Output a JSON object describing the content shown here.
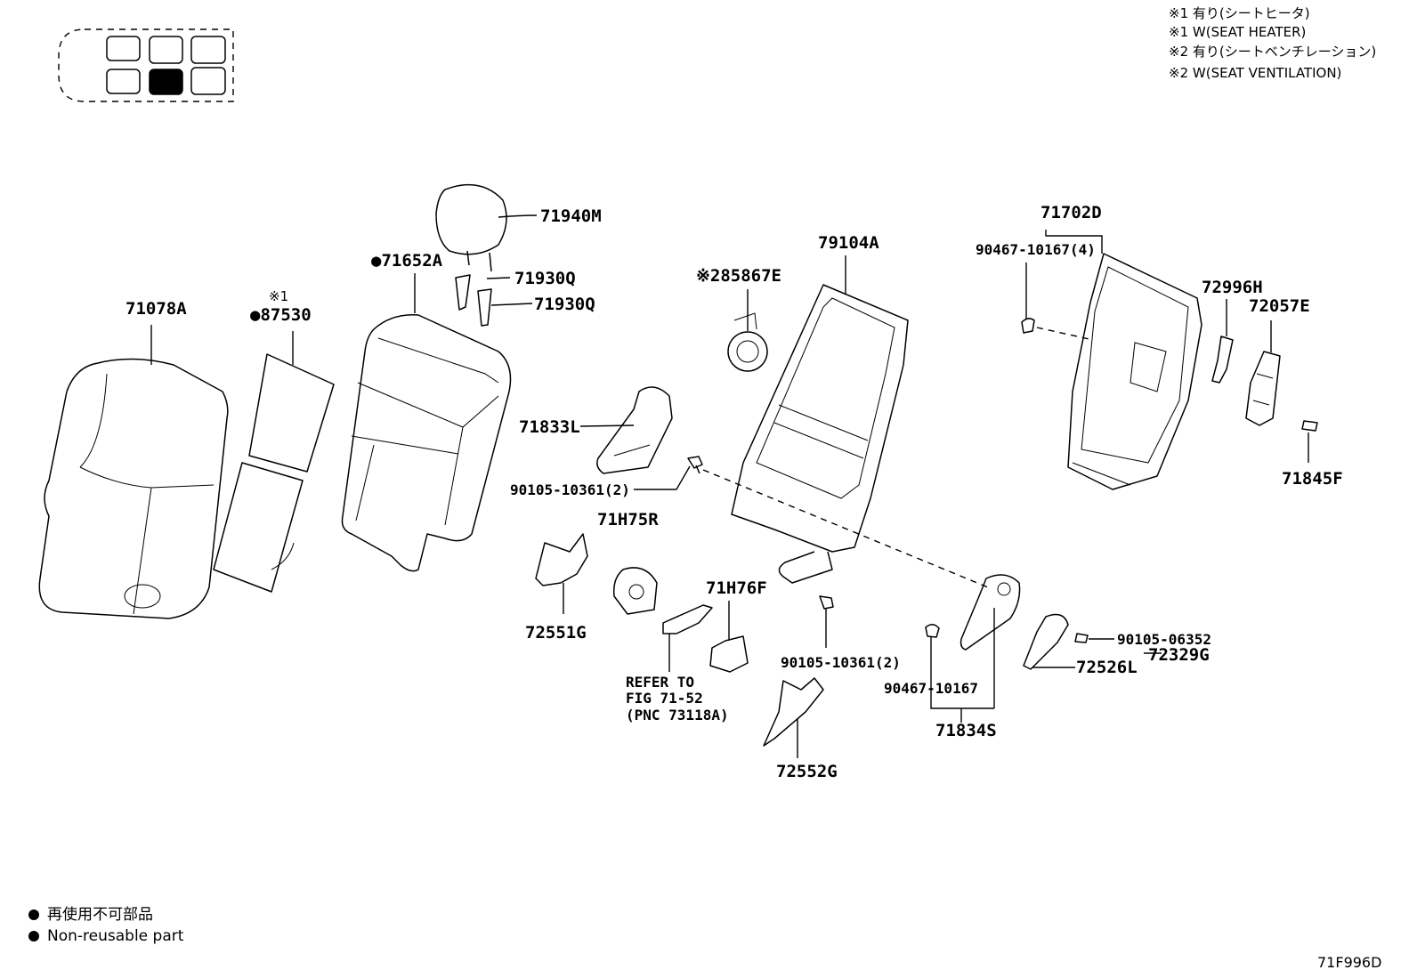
{
  "notes": [
    "※1 有り(シートヒータ)",
    "※1 W(SEAT HEATER)",
    "※2 有り(シートベンチレーション)",
    "※2 W(SEAT VENTILATION)"
  ],
  "parts": {
    "p71940M": "71940M",
    "p71652A": "●71652A",
    "p71930Q_a": "71930Q",
    "p71930Q_b": "71930Q",
    "p71078A": "71078A",
    "p87530_mark": "※1",
    "p87530": "●87530",
    "p85867E": "※285867E",
    "p79104A": "79104A",
    "p71702D": "71702D",
    "p90467_10167_4": "90467-10167(4)",
    "p72996H": "72996H",
    "p72057E": "72057E",
    "p71833L": "71833L",
    "p90105_10361_2a": "90105-10361(2)",
    "p71845F": "71845F",
    "p71H75R": "71H75R",
    "p72551G": "72551G",
    "p71H76F": "71H76F",
    "p90105_10361_2b": "90105-10361(2)",
    "p90105_06352": "90105-06352",
    "p72329G": "72329G",
    "p72526L": "72526L",
    "p90467_10167": "90467-10167",
    "p71834S": "71834S",
    "p72552G": "72552G"
  },
  "refer": {
    "line1": "REFER TO",
    "line2": "FIG 71-52",
    "line3": "(PNC 73118A)"
  },
  "legend": {
    "jp": "再使用不可部品",
    "en": "Non-reusable part"
  },
  "figure_code": "71F996D"
}
